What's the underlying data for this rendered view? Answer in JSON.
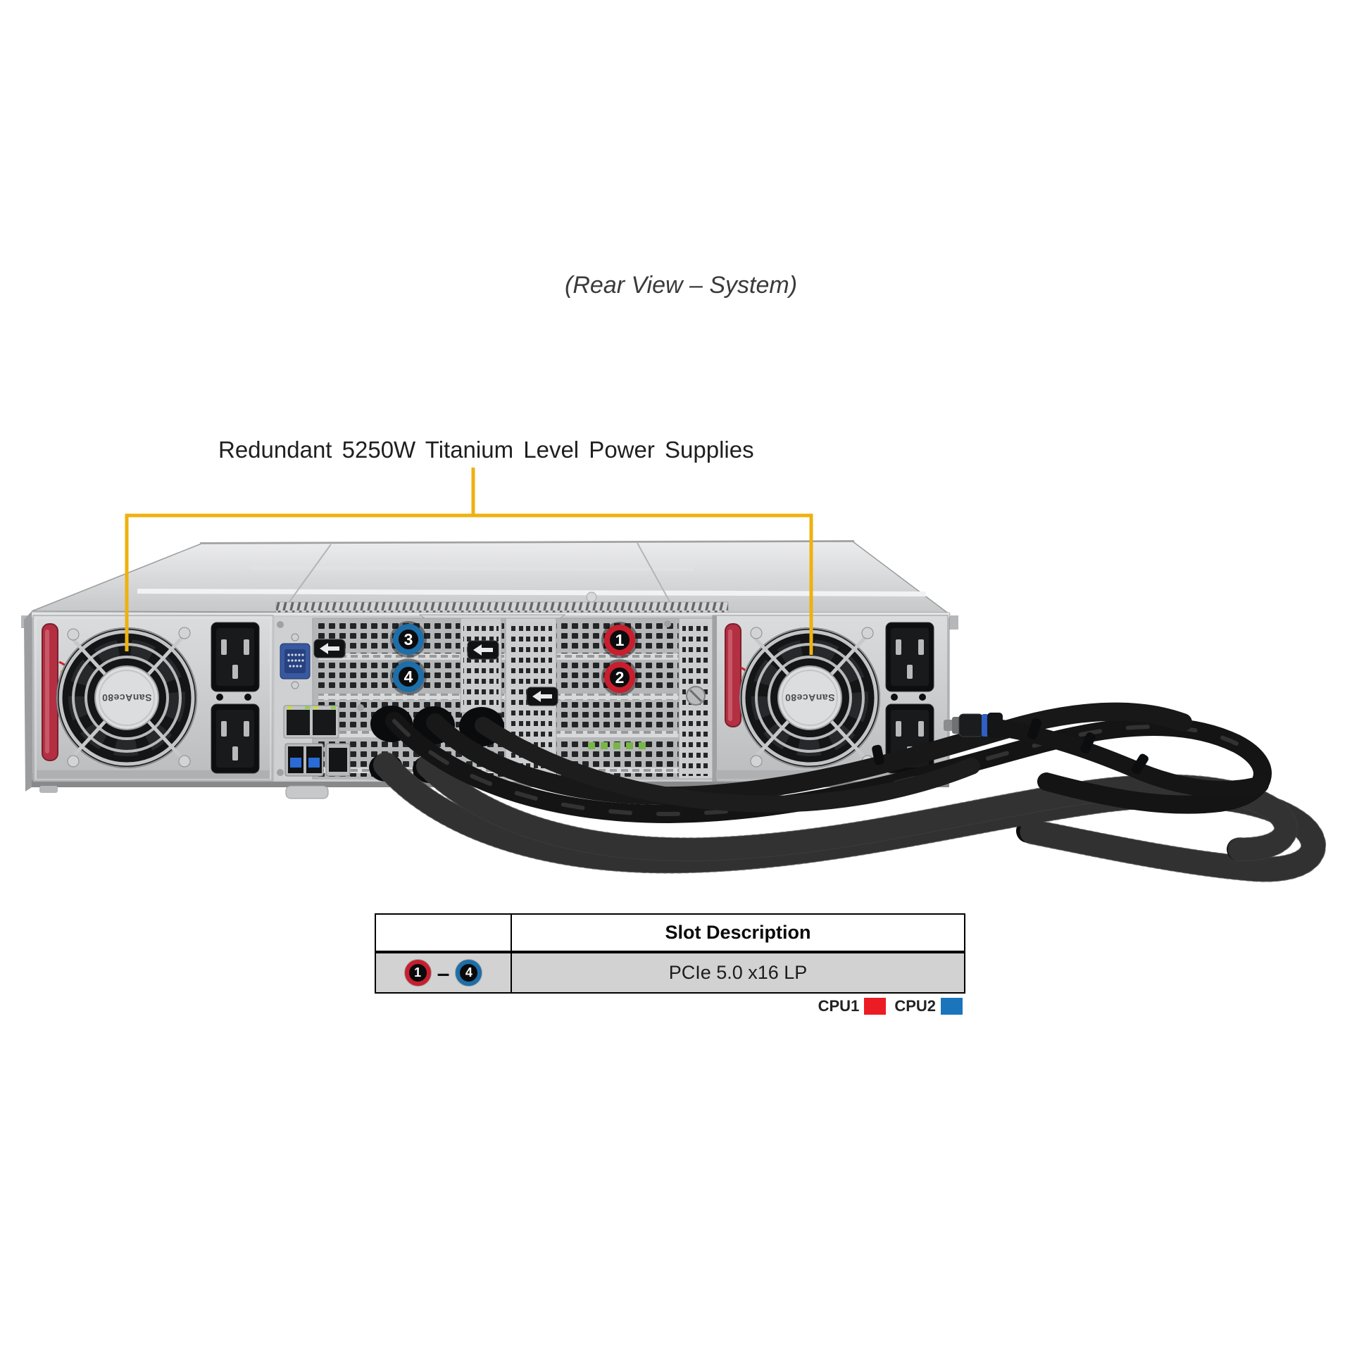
{
  "title": "(Rear View – System)",
  "callout": {
    "label": "Redundant 5250W Titanium Level Power Supplies",
    "line_color": "#efb110"
  },
  "server": {
    "description": "2U server rear view with redundant power supplies, PCIe low-profile slots and external cable bundle",
    "fan_hub_label": "SanAce80"
  },
  "slot_markers": [
    {
      "label": "1",
      "cpu": "CPU1",
      "ring_color": "#c81e2e"
    },
    {
      "label": "2",
      "cpu": "CPU1",
      "ring_color": "#c81e2e"
    },
    {
      "label": "3",
      "cpu": "CPU2",
      "ring_color": "#1d6ea9"
    },
    {
      "label": "4",
      "cpu": "CPU2",
      "ring_color": "#1d6ea9"
    }
  ],
  "table": {
    "header": {
      "col1": "",
      "col2": "Slot Description"
    },
    "row": {
      "range_start": {
        "label": "1",
        "color": "#c81e2e"
      },
      "range_separator": "–",
      "range_end": {
        "label": "4",
        "color": "#1d6ea9"
      },
      "description": "PCIe 5.0 x16 LP"
    }
  },
  "legend": {
    "items": [
      {
        "label": "CPU1",
        "color": "#ec1c24"
      },
      {
        "label": "CPU2",
        "color": "#1b75bc"
      }
    ]
  }
}
